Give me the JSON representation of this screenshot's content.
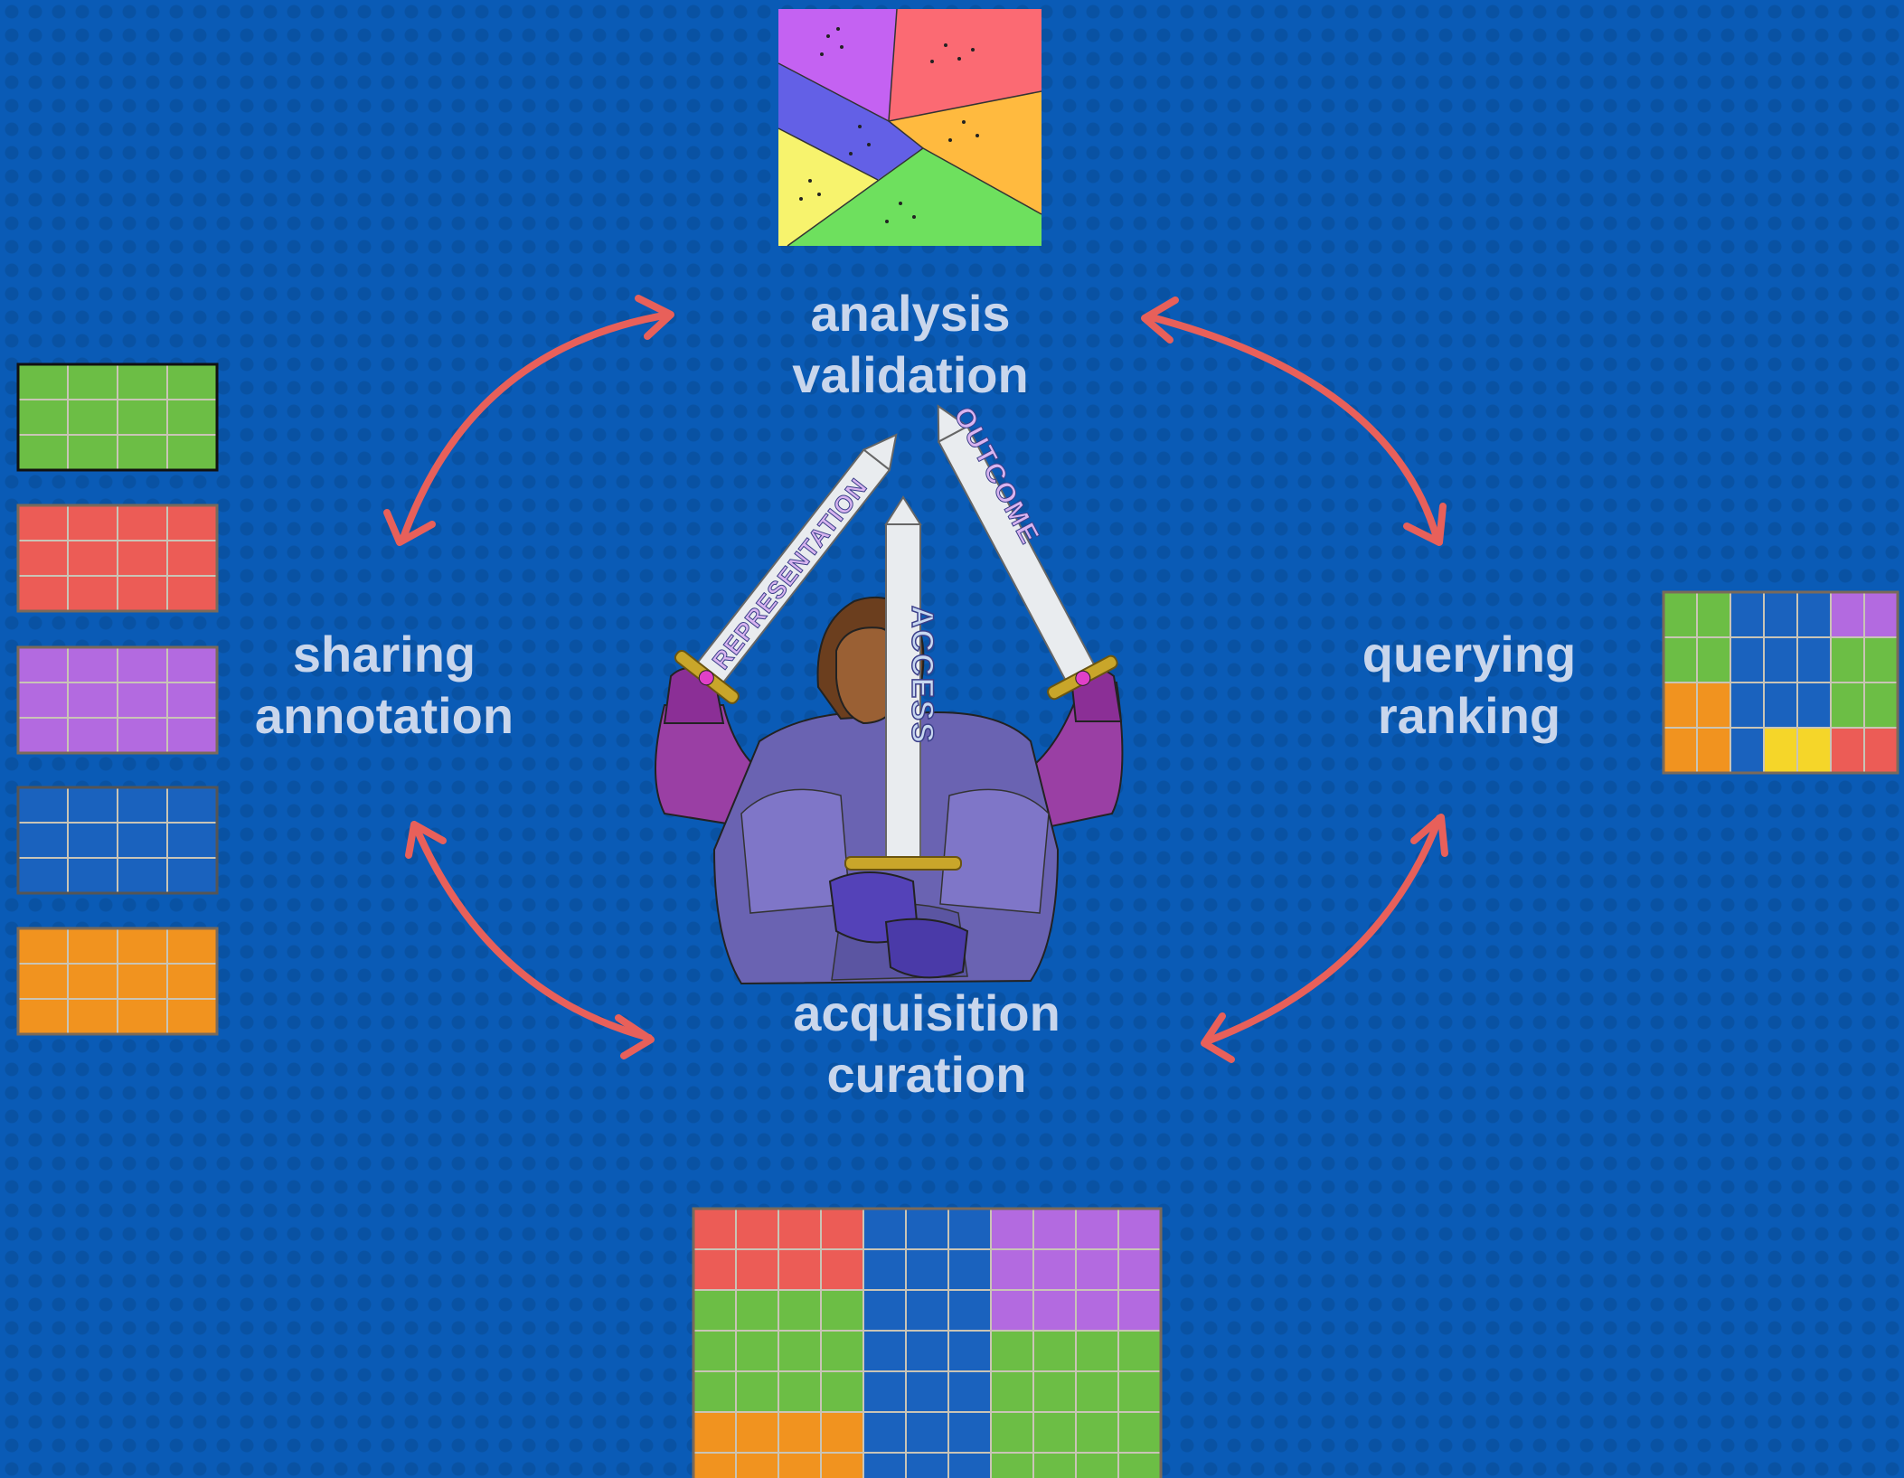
{
  "stages": {
    "top": {
      "line1": "analysis",
      "line2": "validation"
    },
    "left": {
      "line1": "sharing",
      "line2": "annotation"
    },
    "right": {
      "line1": "querying",
      "line2": "ranking"
    },
    "bottom": {
      "line1": "acquisition",
      "line2": "curation"
    }
  },
  "swords": {
    "left": "REPRESENTATION",
    "center": "ACCESS",
    "right": "OUTCOME"
  },
  "colors": {
    "background": "#0a5bb6",
    "arrow": "#e8605a",
    "label": "#c9d6ec",
    "green": "#6cbe45",
    "red": "#ec5c56",
    "purple": "#b36ae0",
    "blue": "#1a62be",
    "orange": "#f1931f",
    "yellow": "#f5d629",
    "grid_line": "#c9c4b6"
  },
  "icons": [
    "double-arrow-icon",
    "knight-figure-icon",
    "sword-icon",
    "partition-plot-icon",
    "data-grid-icon"
  ]
}
